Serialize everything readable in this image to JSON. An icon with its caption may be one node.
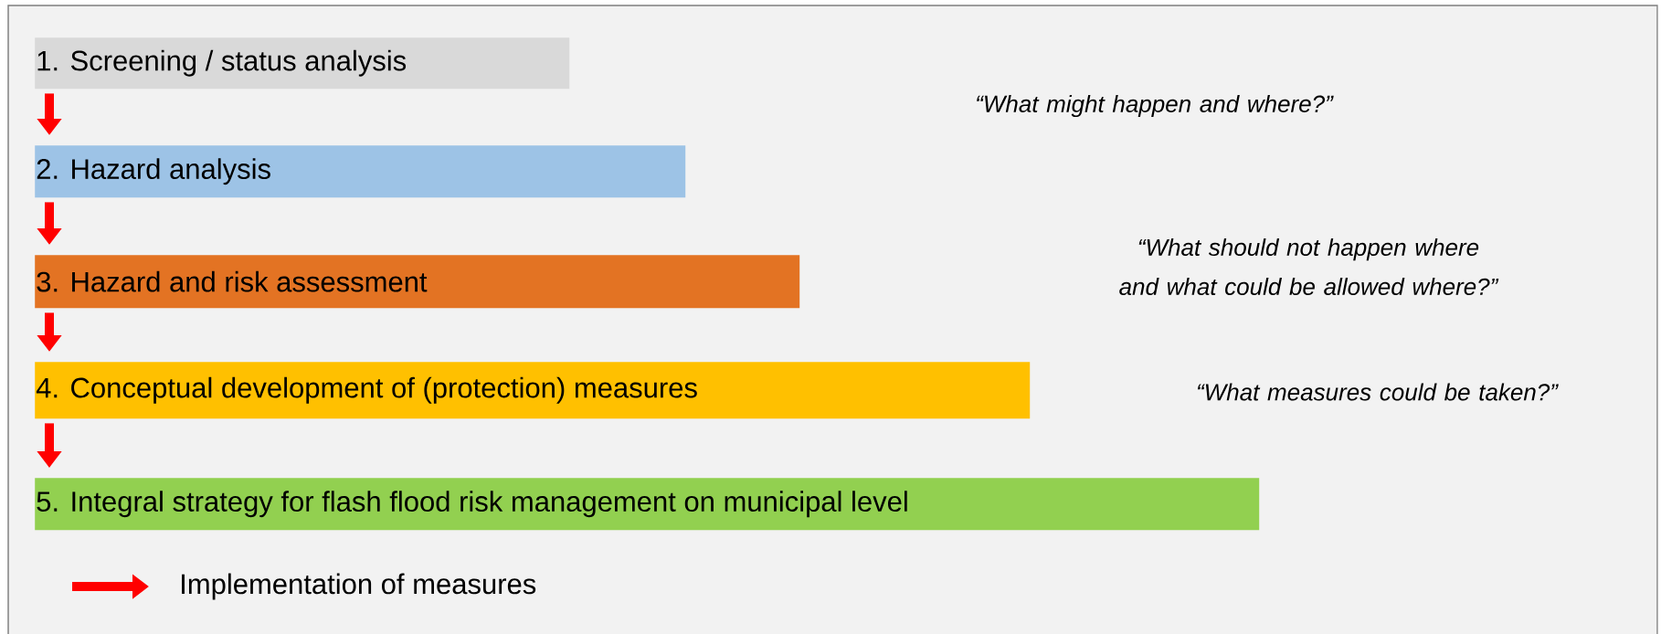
{
  "diagram": {
    "nodes": [
      {
        "text": [
          "1. Screening / status analysis"
        ]
      },
      {
        "text": [
          "2. Hazard analysis"
        ]
      },
      {
        "text": [
          "3. Hazard and risk assessment"
        ]
      },
      {
        "text": [
          "4. Conceptual development of (protection) measures"
        ]
      },
      {
        "text": [
          "5. Integral strategy for flash flood risk management on municipal level"
        ]
      },
      {
        "text": [
          "Implementation of measures"
        ]
      }
    ],
    "edges": [
      {
        "from": 0,
        "to": 1,
        "arrow": "to"
      },
      {
        "from": 1,
        "to": 2,
        "arrow": "to"
      },
      {
        "from": 2,
        "to": 3,
        "arrow": "to"
      },
      {
        "from": 3,
        "to": 4,
        "arrow": "to"
      },
      {
        "from": null,
        "to": 5,
        "arrow": "to"
      }
    ],
    "labels": [
      "“What might happen and where?”",
      "“What should not happen where and what could be allowed where?”",
      "“What measures could be taken?”"
    ]
  }
}
